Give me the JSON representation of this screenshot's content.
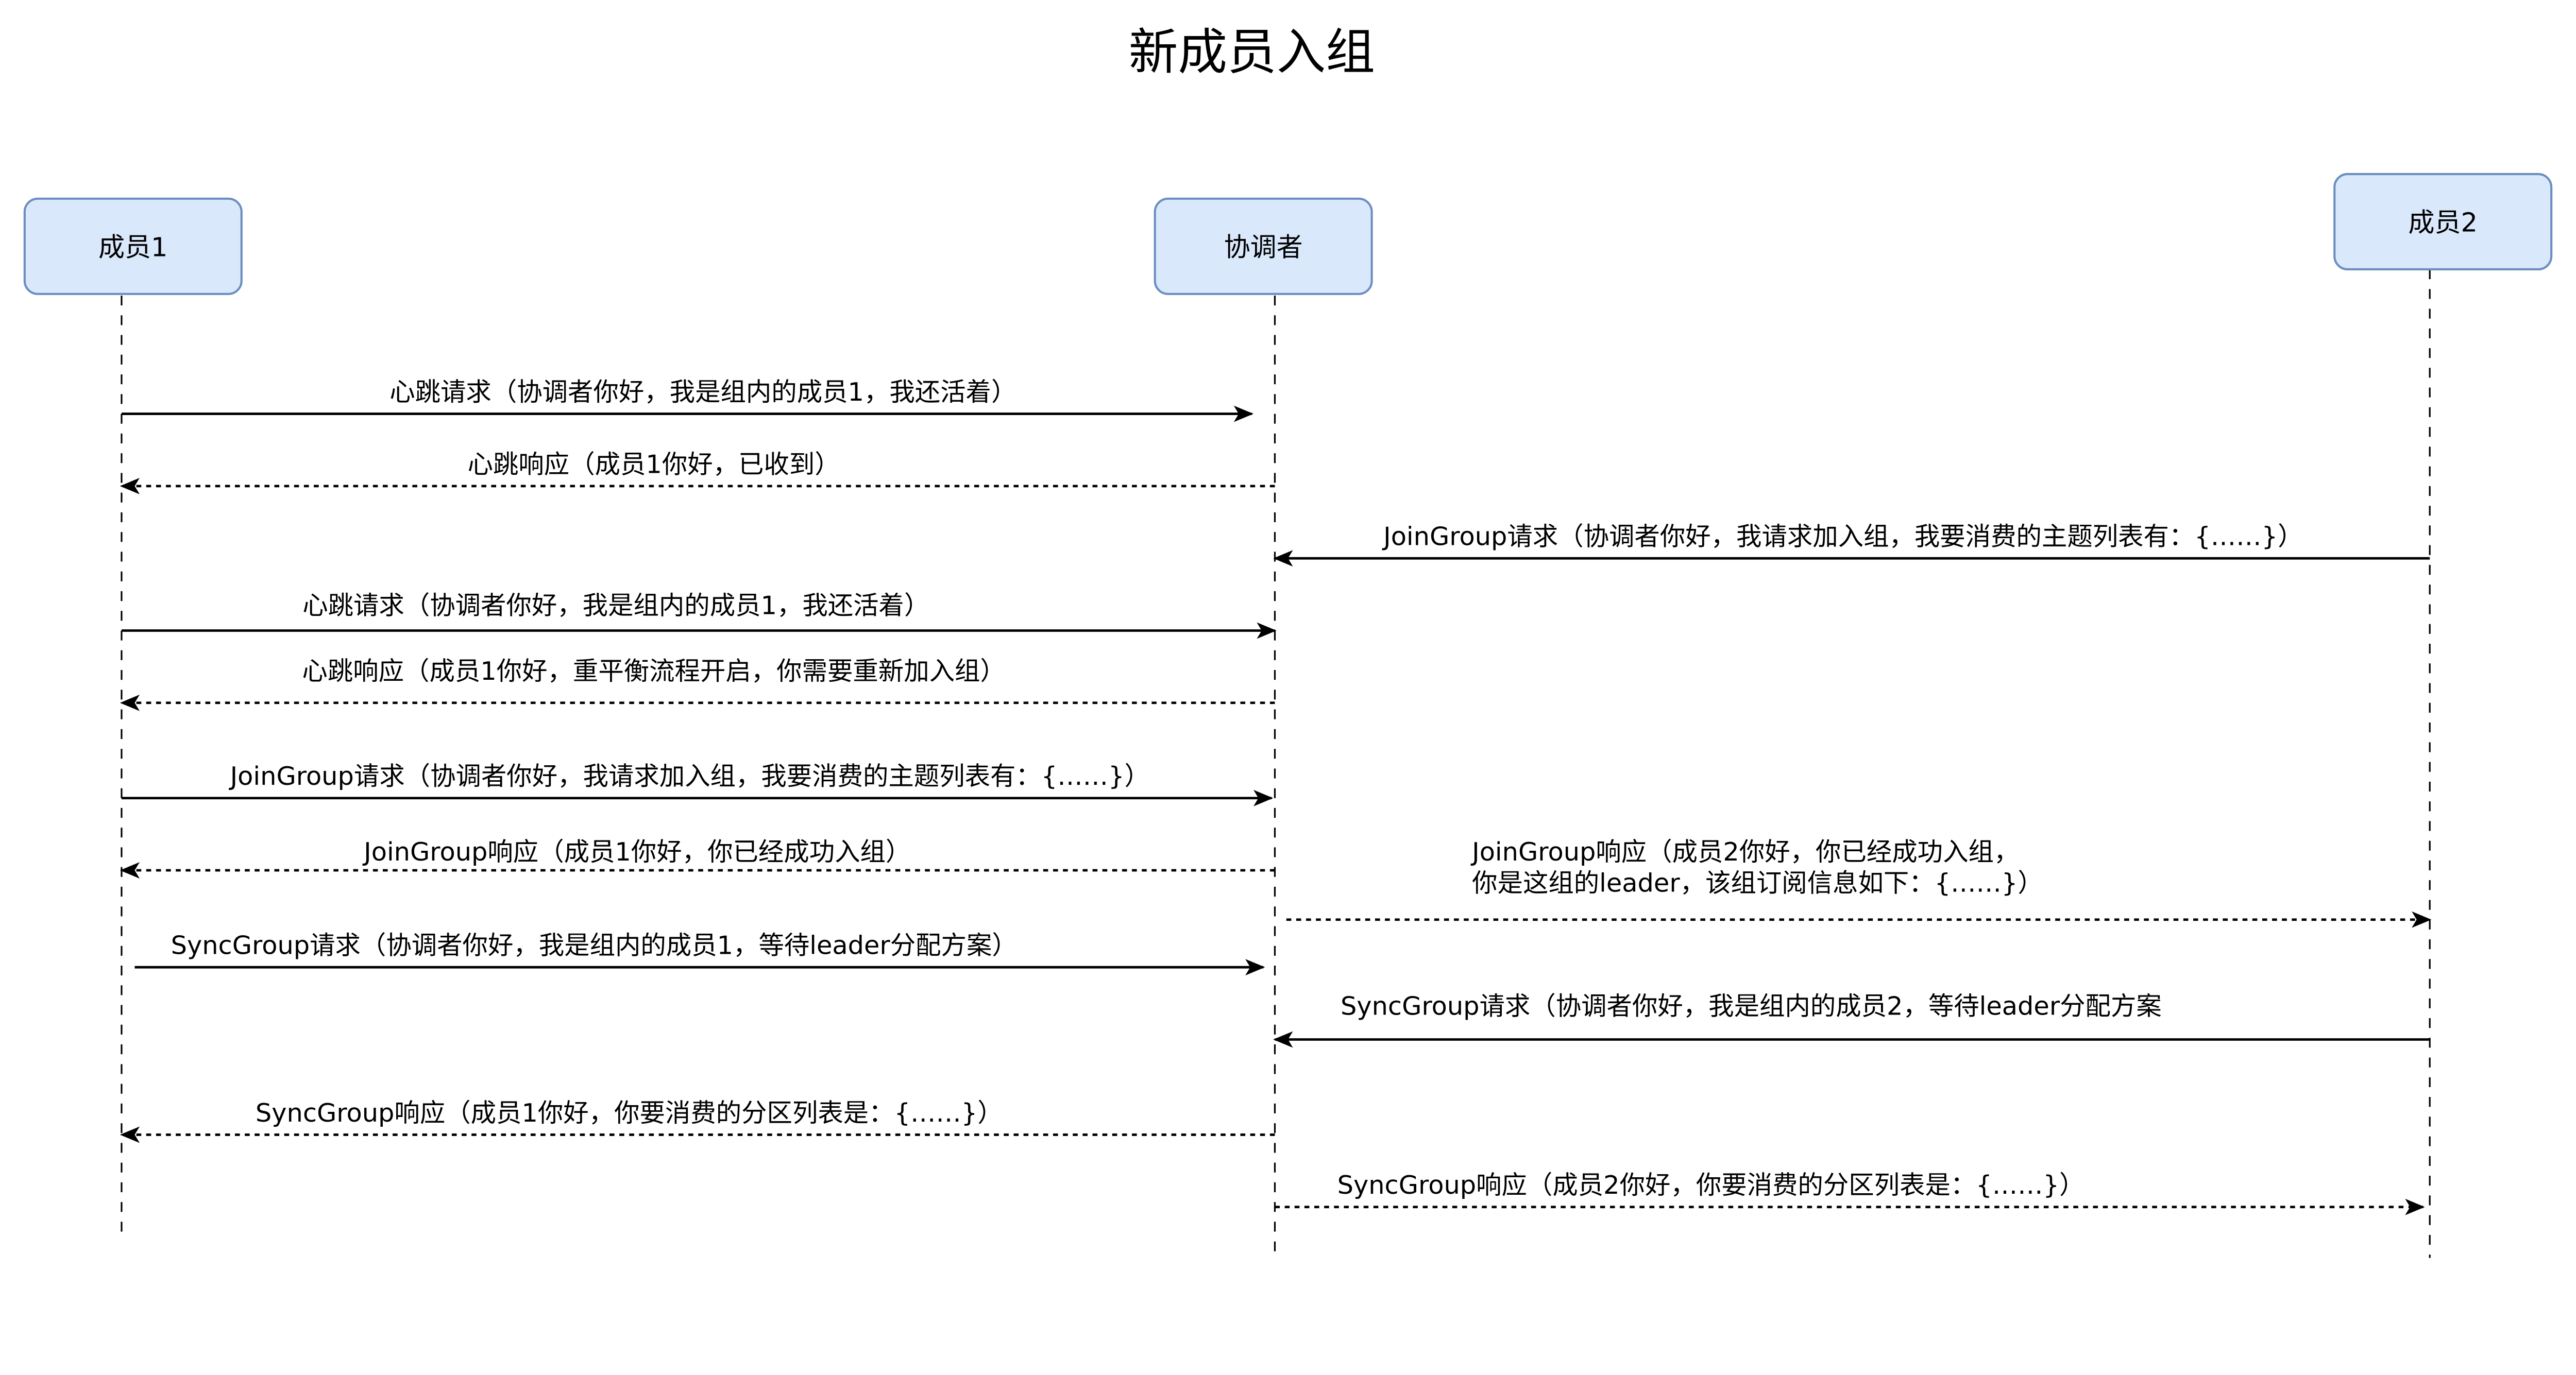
{
  "title": "新成员入组",
  "actors": {
    "member1": "成员1",
    "coordinator": "协调者",
    "member2": "成员2"
  },
  "messages": [
    {
      "text": "心跳请求（协调者你好，我是组内的成员1，我还活着）",
      "from": "成员1",
      "to": "协调者",
      "style": "solid"
    },
    {
      "text": "心跳响应（成员1你好，已收到）",
      "from": "协调者",
      "to": "成员1",
      "style": "dashed"
    },
    {
      "text": "JoinGroup请求（协调者你好，我请求加入组，我要消费的主题列表有：{……}）",
      "from": "成员2",
      "to": "协调者",
      "style": "solid"
    },
    {
      "text": "心跳请求（协调者你好，我是组内的成员1，我还活着）",
      "from": "成员1",
      "to": "协调者",
      "style": "solid"
    },
    {
      "text": "心跳响应（成员1你好，重平衡流程开启，你需要重新加入组）",
      "from": "协调者",
      "to": "成员1",
      "style": "dashed"
    },
    {
      "text": "JoinGroup请求（协调者你好，我请求加入组，我要消费的主题列表有：{……}）",
      "from": "成员1",
      "to": "协调者",
      "style": "solid"
    },
    {
      "text": "JoinGroup响应（成员1你好，你已经成功入组）",
      "from": "协调者",
      "to": "成员1",
      "style": "dashed"
    },
    {
      "text": "JoinGroup响应（成员2你好，你已经成功入组，",
      "text2": "你是这组的leader，该组订阅信息如下：{……}）",
      "from": "协调者",
      "to": "成员2",
      "style": "dashed"
    },
    {
      "text": "SyncGroup请求（协调者你好，我是组内的成员1，等待leader分配方案）",
      "from": "成员1",
      "to": "协调者",
      "style": "solid"
    },
    {
      "text": "SyncGroup请求（协调者你好，我是组内的成员2，等待leader分配方案",
      "from": "成员2",
      "to": "协调者",
      "style": "solid"
    },
    {
      "text": "SyncGroup响应（成员1你好，你要消费的分区列表是：{……}）",
      "from": "协调者",
      "to": "成员1",
      "style": "dashed"
    },
    {
      "text": "SyncGroup响应（成员2你好，你要消费的分区列表是：{……}）",
      "from": "协调者",
      "to": "成员2",
      "style": "dashed"
    }
  ],
  "colors": {
    "actor_fill": "#dae8fc",
    "actor_stroke": "#6c8ebf"
  }
}
